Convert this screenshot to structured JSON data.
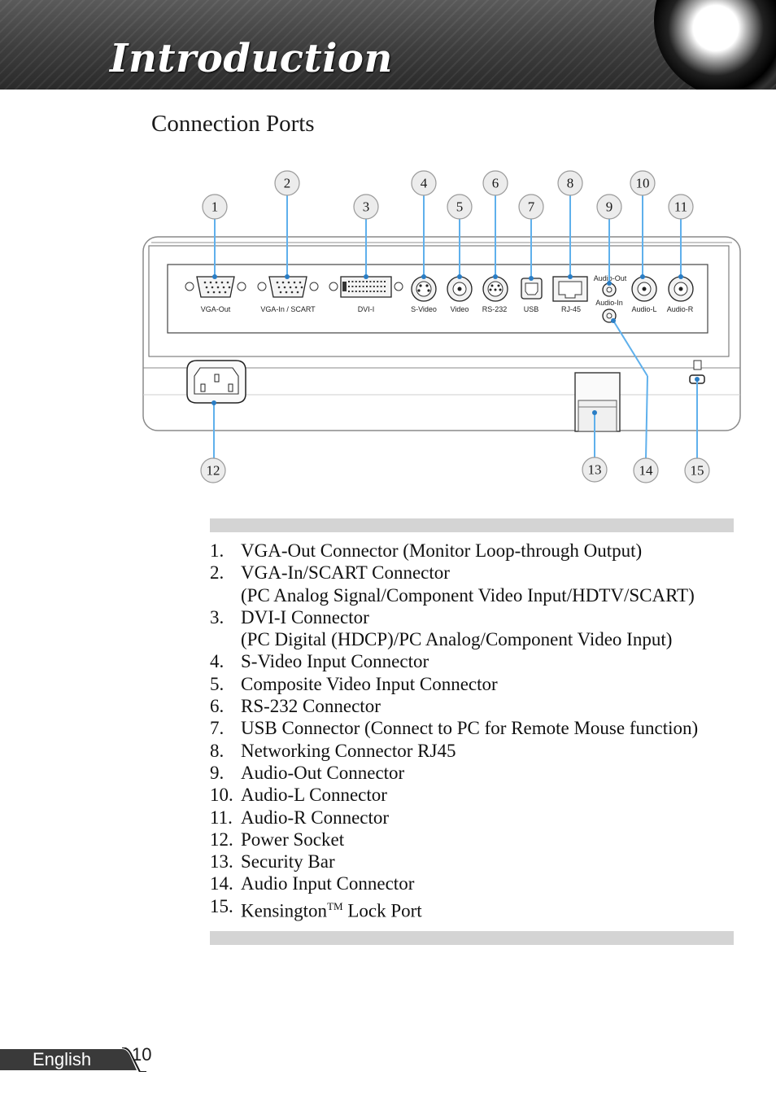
{
  "header": {
    "title": "Introduction"
  },
  "section": {
    "title": "Connection Ports"
  },
  "panel_labels": {
    "vga_out": "VGA-Out",
    "vga_in": "VGA-In / SCART",
    "dvi": "DVI-I",
    "svideo": "S-Video",
    "video": "Video",
    "rs232": "RS-232",
    "usb": "USB",
    "rj45": "RJ-45",
    "audio_out": "Audio-Out",
    "audio_in": "Audio-In",
    "audio_l": "Audio-L",
    "audio_r": "Audio-R"
  },
  "callouts": [
    "1",
    "2",
    "3",
    "4",
    "5",
    "6",
    "7",
    "8",
    "9",
    "10",
    "11",
    "12",
    "13",
    "14",
    "15"
  ],
  "ports": [
    {
      "num": "1.",
      "text": "VGA-Out Connector (Monitor Loop-through Output)"
    },
    {
      "num": "2.",
      "text": "VGA-In/SCART Connector",
      "sub": "(PC Analog Signal/Component Video Input/HDTV/SCART)"
    },
    {
      "num": "3.",
      "text": "DVI-I Connector",
      "sub": "(PC Digital (HDCP)/PC Analog/Component Video Input)"
    },
    {
      "num": "4.",
      "text": "S-Video Input Connector"
    },
    {
      "num": "5.",
      "text": "Composite Video Input Connector"
    },
    {
      "num": "6.",
      "text": "RS-232 Connector"
    },
    {
      "num": "7.",
      "text": "USB Connector (Connect to PC for Remote Mouse function)"
    },
    {
      "num": "8.",
      "text": "Networking Connector RJ45"
    },
    {
      "num": "9.",
      "text": "Audio-Out Connector"
    },
    {
      "num": "10.",
      "text": "Audio-L Connector"
    },
    {
      "num": "11.",
      "text": "Audio-R Connector"
    },
    {
      "num": "12.",
      "text": "Power Socket"
    },
    {
      "num": "13.",
      "text": "Security Bar"
    },
    {
      "num": "14.",
      "text": "Audio Input Connector"
    },
    {
      "num": "15.",
      "text": "Kensington",
      "sup": "TM",
      "tail": " Lock Port"
    }
  ],
  "footer": {
    "language": "English",
    "page": "10"
  }
}
